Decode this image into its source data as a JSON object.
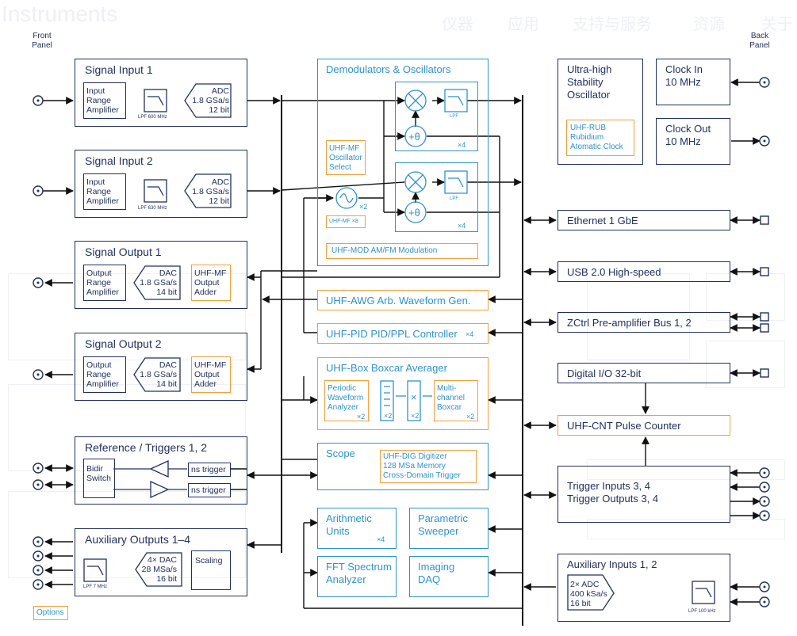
{
  "background": {
    "brand": "Instruments",
    "nav": [
      "仪器",
      "应用",
      "支持与服务",
      "资源",
      "关于"
    ]
  },
  "panels": {
    "front": [
      "Front",
      "Panel"
    ],
    "back": [
      "Back",
      "Panel"
    ]
  },
  "signal_input_1": {
    "title": "Signal Input 1",
    "amp": [
      "Input",
      "Range",
      "Amplifier"
    ],
    "lpf": "LPF 600 MHz",
    "adc": [
      "ADC",
      "1.8 GSa/s",
      "12 bit"
    ]
  },
  "signal_input_2": {
    "title": "Signal Input 2",
    "amp": [
      "Input",
      "Range",
      "Amplifier"
    ],
    "lpf": "LPF 630 MHz",
    "adc": [
      "ADC",
      "1.8 GSa/s",
      "12 bit"
    ]
  },
  "signal_output_1": {
    "title": "Signal Output 1",
    "amp": [
      "Output",
      "Range",
      "Amplifier"
    ],
    "dac": [
      "DAC",
      "1.8 GSa/s",
      "14 bit"
    ],
    "adder": [
      "UHF-MF",
      "Output",
      "Adder"
    ]
  },
  "signal_output_2": {
    "title": "Signal Output 2",
    "amp": [
      "Output",
      "Range",
      "Amplifier"
    ],
    "dac": [
      "DAC",
      "1.8 GSa/s",
      "14 bit"
    ],
    "adder": [
      "UHF-MF",
      "Output",
      "Adder"
    ]
  },
  "reference": {
    "title": "Reference / Triggers 1, 2",
    "switch": [
      "Bidir",
      "Switch"
    ],
    "trig1": "ns trigger",
    "trig2": "ns trigger"
  },
  "aux_out": {
    "title": "Auxiliary Outputs 1–4",
    "lpf": "LPF 7 MHz",
    "dac": [
      "4× DAC",
      "28 MSa/s",
      "16 bit"
    ],
    "scaling": "Scaling"
  },
  "options_legend": "Options",
  "demod": {
    "title": "Demodulators & Oscillators",
    "osc_select": [
      "UHF-MF",
      "Oscillator",
      "Select"
    ],
    "osc_mult": "UHF-MF ×8",
    "x2": "×2",
    "phase": "+θ",
    "lpf": "LPF",
    "x4": "×4",
    "mod": "UHF-MOD AM/FM Modulation"
  },
  "awg": "UHF-AWG Arb. Waveform Gen.",
  "pid": {
    "label": "UHF-PID PID/PPL Controller",
    "mult": "×4"
  },
  "boxcar": {
    "title": "UHF-Box Boxcar Averager",
    "pwa": [
      "Periodic",
      "Waveform",
      "Analyzer"
    ],
    "multi": [
      "Multi-",
      "channel",
      "Boxcar"
    ],
    "x2": "×2"
  },
  "scope": {
    "title": "Scope",
    "dig": [
      "UHF-DIG Digitizer",
      "128 MSa Memory",
      "Cross-Domain Trigger"
    ]
  },
  "arith": {
    "label": [
      "Arithmetic",
      "Units"
    ],
    "mult": "×4"
  },
  "sweeper": [
    "Parametric",
    "Sweeper"
  ],
  "fft": [
    "FFT Spectrum",
    "Analyzer"
  ],
  "daq": [
    "Imaging",
    "DAQ"
  ],
  "osc_hs": {
    "label": [
      "Ultra-high",
      "Stability",
      "Oscillator"
    ],
    "rub": [
      "UHF-RUB",
      "Rubidium",
      "Atomatic Clock"
    ]
  },
  "clock_in": [
    "Clock In",
    "10 MHz"
  ],
  "clock_out": [
    "Clock Out",
    "10 MHz"
  ],
  "ethernet": "Ethernet 1 GbE",
  "usb": "USB 2.0 High-speed",
  "zctrl": "ZCtrl Pre-amplifier Bus 1, 2",
  "dio": "Digital I/O 32-bit",
  "cnt": "UHF-CNT Pulse Counter",
  "triggers34": [
    "Trigger Inputs 3, 4",
    "Trigger Outputs 3, 4"
  ],
  "aux_in": {
    "title": "Auxiliary Inputs 1, 2",
    "adc": [
      "2× ADC",
      "400 kSa/s",
      "16 bit"
    ],
    "lpf": "LPF 100 kHz"
  },
  "colors": {
    "navy": "#22305e",
    "blue": "#2f93cf",
    "orange": "#f0a03c"
  }
}
